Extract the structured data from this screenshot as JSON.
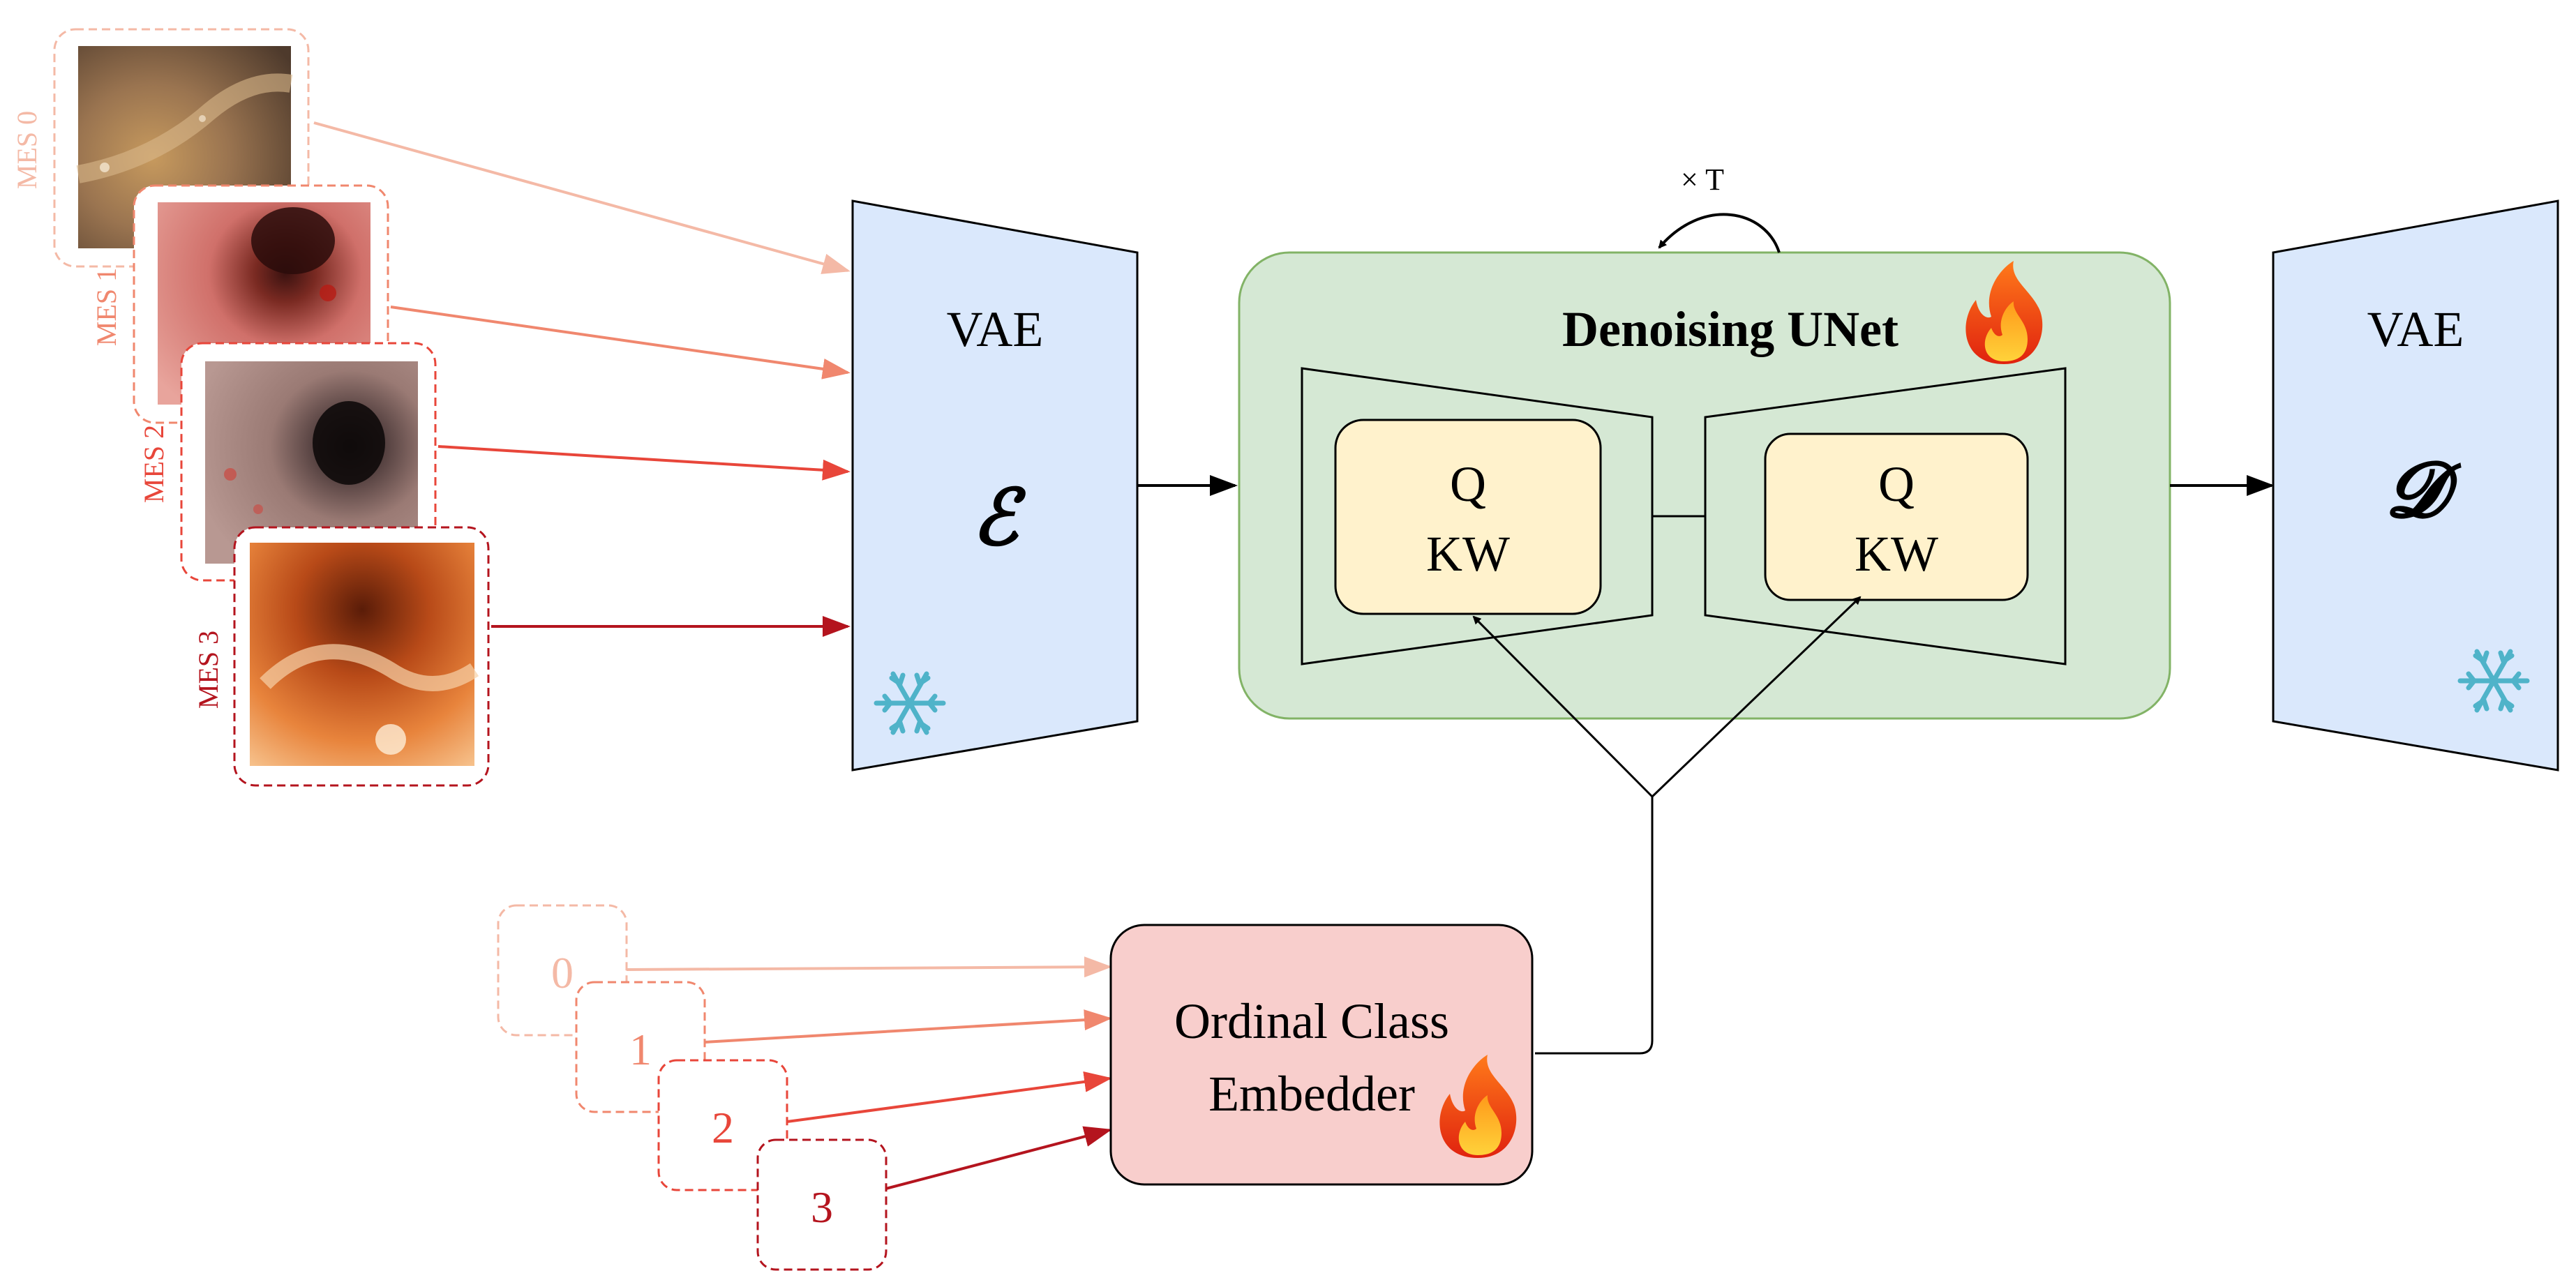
{
  "encoder": {
    "label": "VAE",
    "symbol": "ℰ",
    "icon": "snowflake-icon"
  },
  "decoder": {
    "label": "VAE",
    "symbol": "𝓓",
    "icon": "snowflake-icon"
  },
  "unet": {
    "title": "Denoising UNet",
    "icon": "fire-icon",
    "loop_label": "× T",
    "down_block": {
      "line1": "Q",
      "line2": "KW"
    },
    "up_block": {
      "line1": "Q",
      "line2": "KW"
    }
  },
  "embedder": {
    "line1": "Ordinal Class",
    "line2": "Embedder",
    "icon": "fire-icon"
  },
  "images": [
    {
      "label": "MES 0",
      "color": "#f4b9a6"
    },
    {
      "label": "MES 1",
      "color": "#f0876e"
    },
    {
      "label": "MES 2",
      "color": "#e8463a"
    },
    {
      "label": "MES 3",
      "color": "#b4141e"
    }
  ],
  "classes": [
    {
      "label": "0",
      "color": "#f4b9a6"
    },
    {
      "label": "1",
      "color": "#f0876e"
    },
    {
      "label": "2",
      "color": "#e8463a"
    },
    {
      "label": "3",
      "color": "#b4141e"
    }
  ],
  "colors": {
    "vae_fill": "#dae8fc",
    "unet_fill": "#d5e8d4",
    "unet_border": "#82b366",
    "block_fill": "#fff2cc",
    "embedder_fill": "#f8cecc"
  }
}
